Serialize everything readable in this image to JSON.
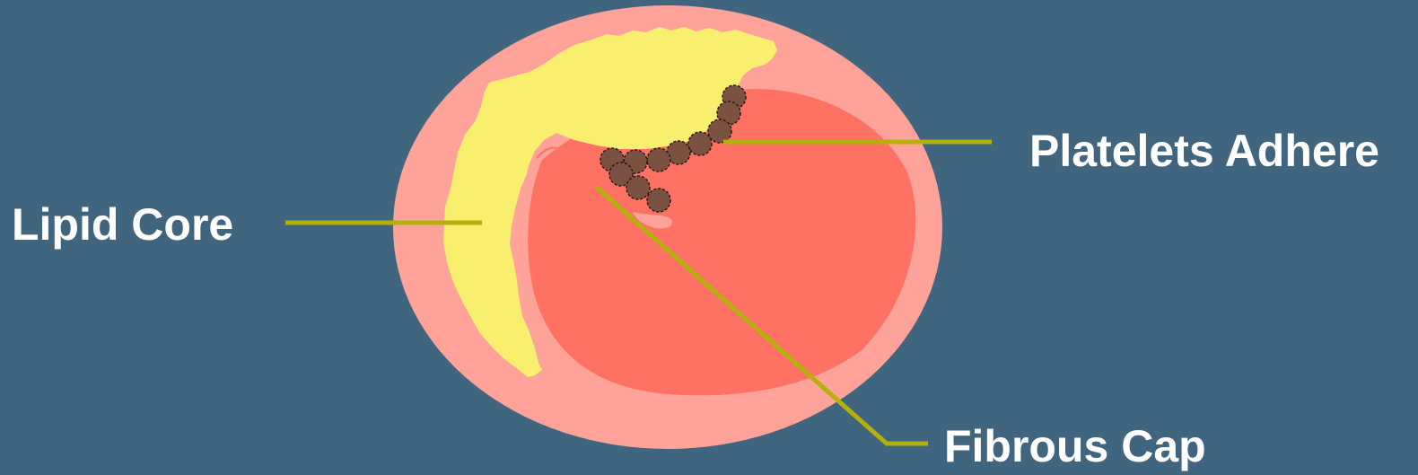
{
  "labels": {
    "lipid_core": "Lipid Core",
    "platelets_adhere": "Platelets Adhere",
    "fibrous_cap": "Fibrous Cap"
  },
  "colors": {
    "background": "#40657e",
    "vessel_wall": "#ffa39a",
    "lumen": "#ff7163",
    "lipid": "#f8ef6e",
    "platelet": "#7b5242",
    "leader_line": "#b4b00c",
    "label_text": "#ffffff"
  }
}
